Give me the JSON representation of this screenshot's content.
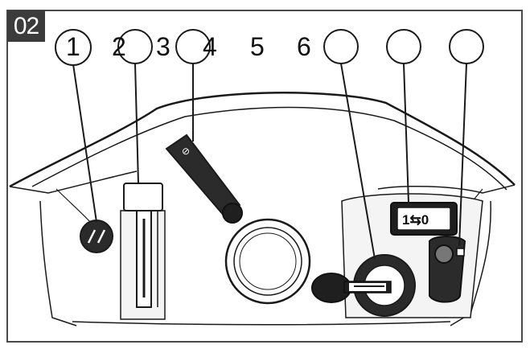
{
  "figure": {
    "badge": "02",
    "callouts": [
      "1",
      "2",
      "3",
      "4",
      "5",
      "6"
    ]
  },
  "parts": {
    "gear_display": "1⇆0",
    "lever_symbol": "⊘"
  },
  "colors": {
    "line": "#1a1a1a",
    "dark_part": "#2b2b2b",
    "badge_bg": "#3b3b3b",
    "panel": "#f4f4f4"
  }
}
